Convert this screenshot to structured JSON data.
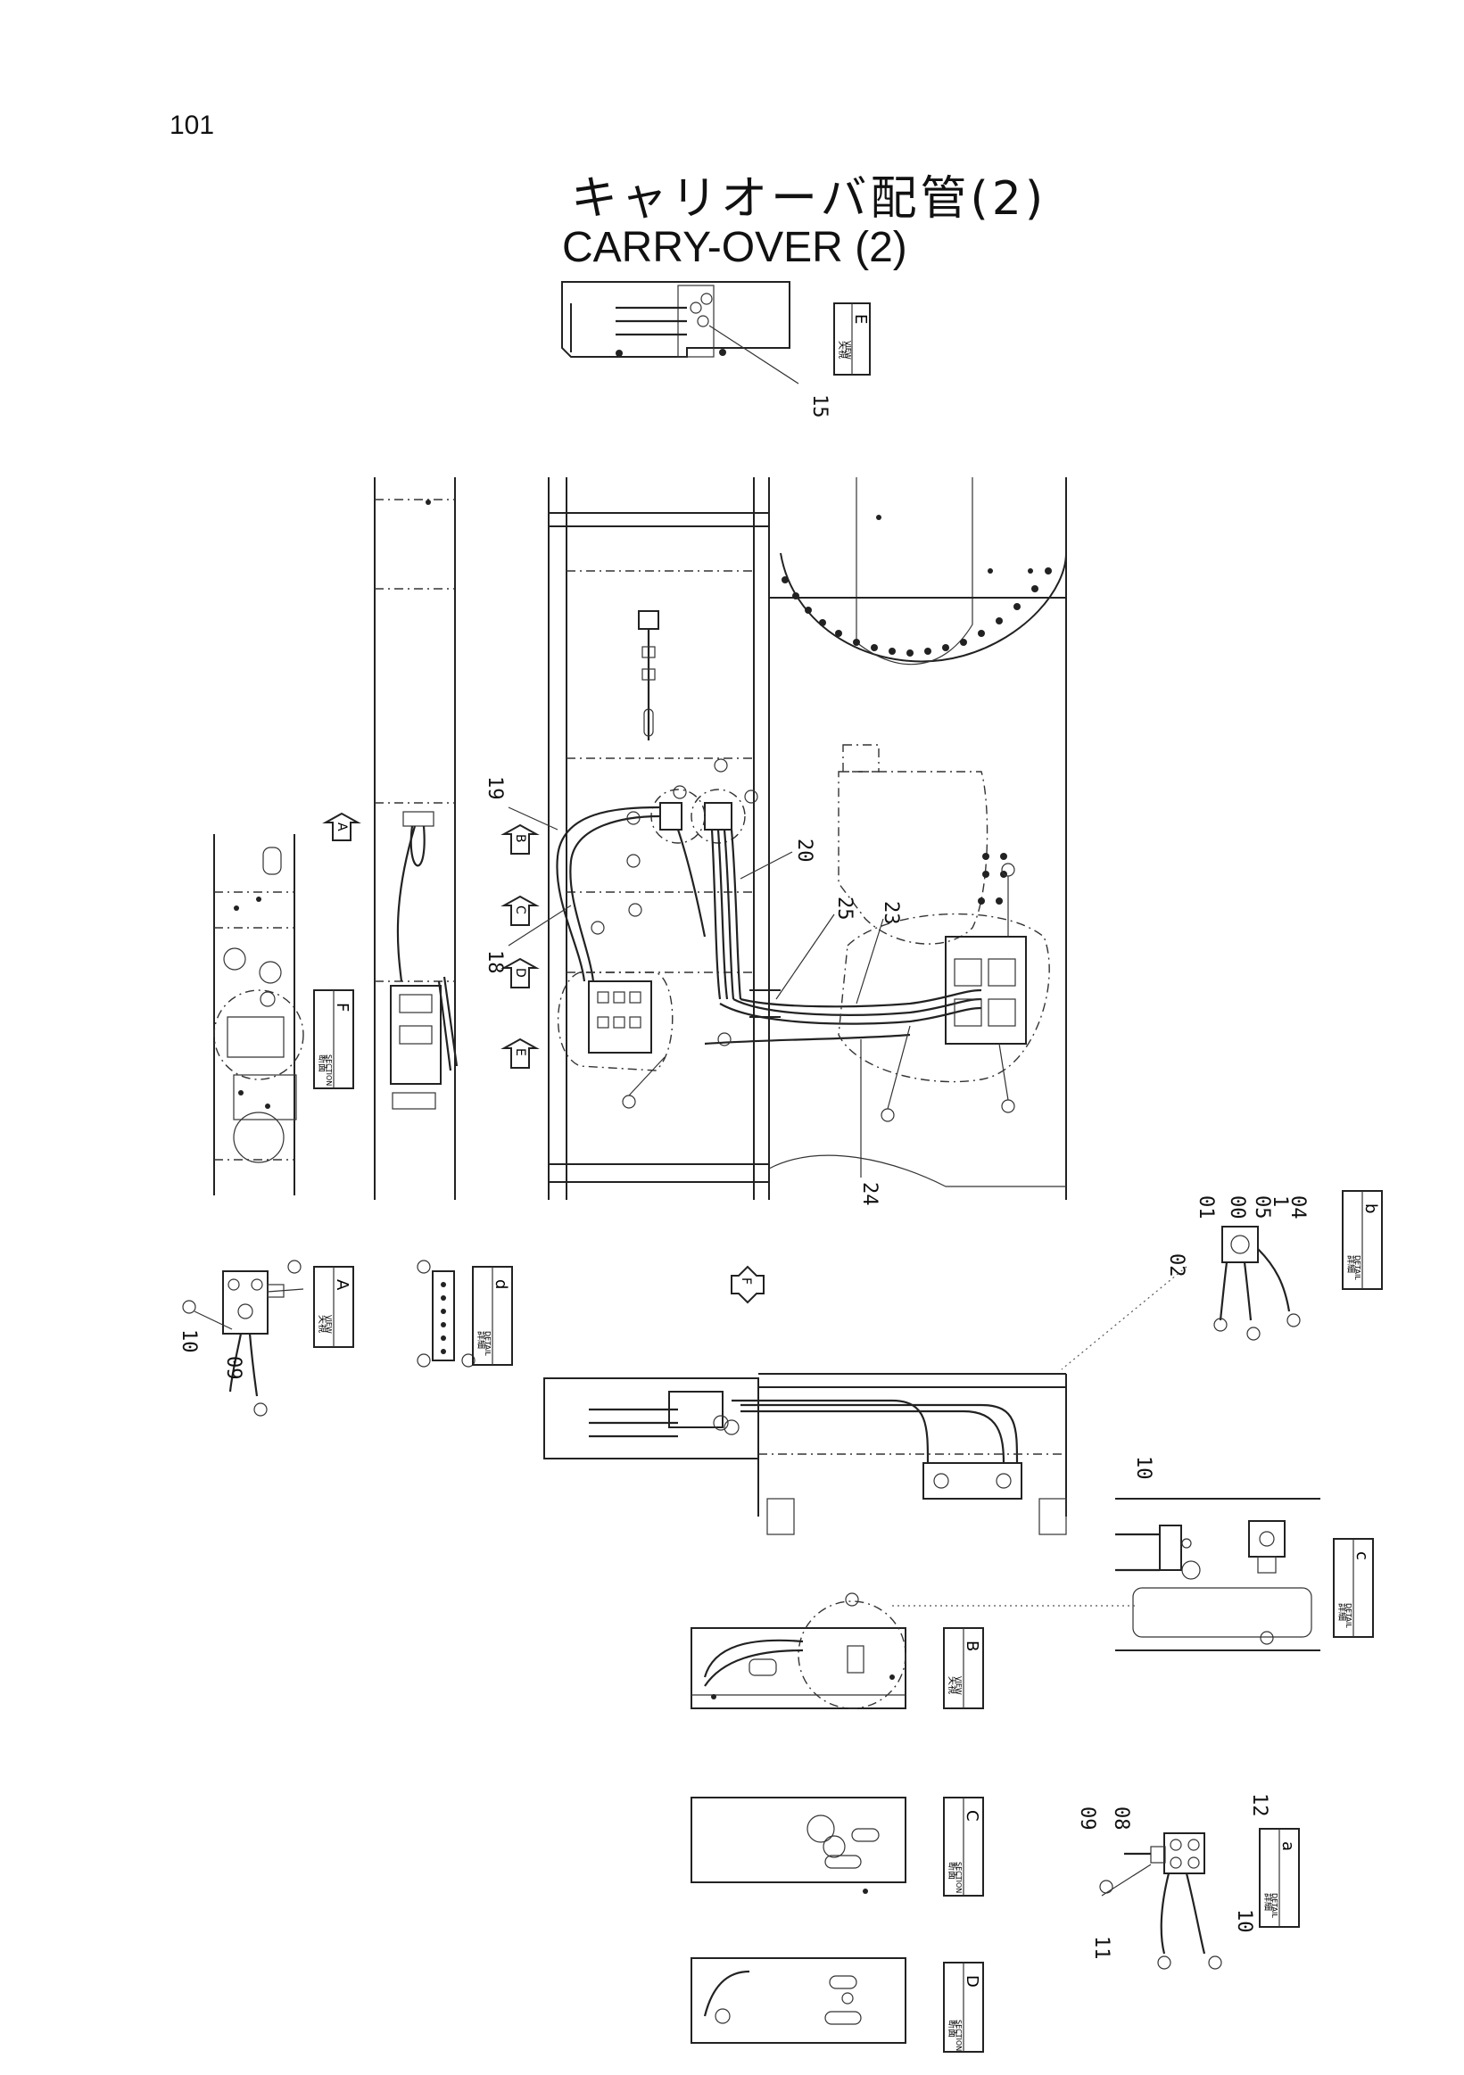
{
  "page_number": "101",
  "title_jp": "キャリオーバ配管(2)",
  "title_en": "CARRY-OVER (2)",
  "part_numbers": {
    "p15": "15",
    "p19": "19",
    "p18": "18",
    "p20": "20",
    "p25": "25",
    "p23": "23",
    "p24": "24",
    "b01": "01",
    "b00": "00",
    "b05": "05",
    "b1": "1",
    "b04": "04",
    "b02": "02",
    "a10": "10",
    "a09": "09",
    "c10": "10",
    "d09": "09",
    "d08": "08",
    "d12": "12",
    "d11": "11",
    "d10": "10"
  },
  "view_arrows": {
    "A": "A",
    "B": "B",
    "C": "C",
    "D": "D",
    "E": "E",
    "F": "F"
  },
  "callout_boxes": {
    "view_E": {
      "kanji": "矢視",
      "kind": "VIEW",
      "letter": "E"
    },
    "section_F": {
      "kanji": "断面",
      "kind": "SECTION",
      "letter": "F"
    },
    "view_A": {
      "kanji": "矢視",
      "kind": "VIEW",
      "letter": "A"
    },
    "detail_d": {
      "kanji": "詳細",
      "kind": "DETAIL",
      "letter": "d"
    },
    "detail_b": {
      "kanji": "詳細",
      "kind": "DETAIL",
      "letter": "b"
    },
    "detail_c": {
      "kanji": "詳細",
      "kind": "DETAIL",
      "letter": "c"
    },
    "view_B": {
      "kanji": "矢視",
      "kind": "VIEW",
      "letter": "B"
    },
    "section_C": {
      "kanji": "断面",
      "kind": "SECTION",
      "letter": "C"
    },
    "detail_a": {
      "kanji": "詳細",
      "kind": "DETAIL",
      "letter": "a"
    },
    "section_D": {
      "kanji": "断面",
      "kind": "SECTION",
      "letter": "D"
    }
  }
}
